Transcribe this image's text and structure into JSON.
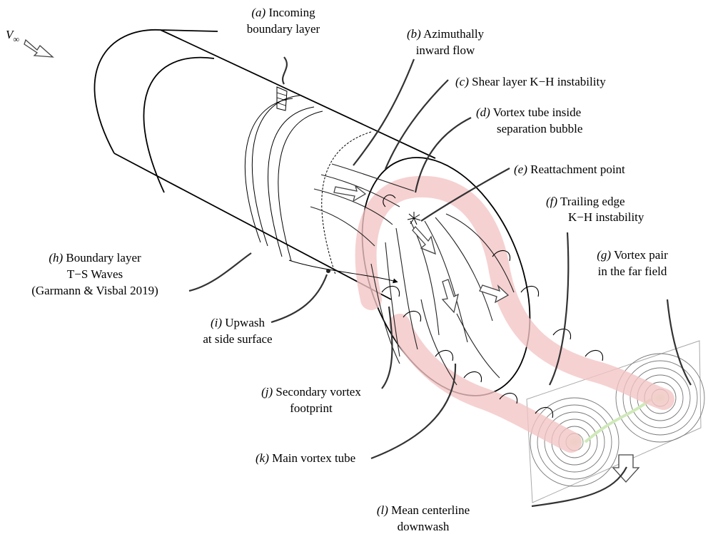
{
  "freestream": {
    "symbol": "V",
    "subscript": "∞"
  },
  "labels": {
    "a": {
      "tag": "(a)",
      "lines": [
        "Incoming",
        "boundary layer"
      ]
    },
    "b": {
      "tag": "(b)",
      "lines": [
        "Azimuthally",
        "inward flow"
      ]
    },
    "c": {
      "tag": "(c)",
      "lines": [
        "Shear layer K−H instability"
      ]
    },
    "d": {
      "tag": "(d)",
      "lines": [
        "Vortex tube inside",
        "separation bubble"
      ]
    },
    "e": {
      "tag": "(e)",
      "lines": [
        "Reattachment point"
      ]
    },
    "f": {
      "tag": "(f)",
      "lines": [
        "Trailing edge",
        "K−H instability"
      ]
    },
    "g": {
      "tag": "(g)",
      "lines": [
        "Vortex pair",
        "in the far field"
      ]
    },
    "h": {
      "tag": "(h)",
      "lines": [
        "Boundary layer",
        "T−S Waves",
        "(Garmann & Visbal 2019)"
      ]
    },
    "i": {
      "tag": "(i)",
      "lines": [
        "Upwash",
        "at side surface"
      ]
    },
    "j": {
      "tag": "(j)",
      "lines": [
        "Secondary vortex",
        "footprint"
      ]
    },
    "k": {
      "tag": "(k)",
      "lines": [
        "Main vortex tube"
      ]
    },
    "l": {
      "tag": "(l)",
      "lines": [
        "Mean centerline",
        "downwash"
      ]
    }
  },
  "colors": {
    "vortex_tube": "#f4c4c4",
    "vortex_core": "#d8f2c8",
    "leader": "#333333"
  }
}
